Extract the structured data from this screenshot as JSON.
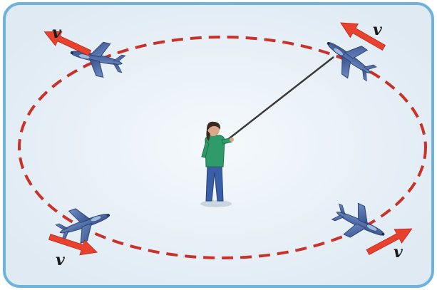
{
  "figure": {
    "velocity_symbol": "v",
    "velocity_labels": [
      {
        "id": "top-left",
        "text": "v"
      },
      {
        "id": "top-right",
        "text": "v"
      },
      {
        "id": "bottom-left",
        "text": "v"
      },
      {
        "id": "bottom-right",
        "text": "v"
      }
    ],
    "colors": {
      "frame_border": "#6fb3dc",
      "background": "#e9f2f8",
      "orbit_path": "#c9322b",
      "velocity_arrow": "#e8422e",
      "airplane": "#4a6aa6",
      "control_line": "#3a3a3a",
      "person_shirt": "#2f9a6a",
      "person_pants": "#3b5fa6",
      "person_hair": "#3a2a22"
    },
    "icons": [
      "airplane-icon",
      "person-icon",
      "velocity-arrow-icon"
    ]
  }
}
